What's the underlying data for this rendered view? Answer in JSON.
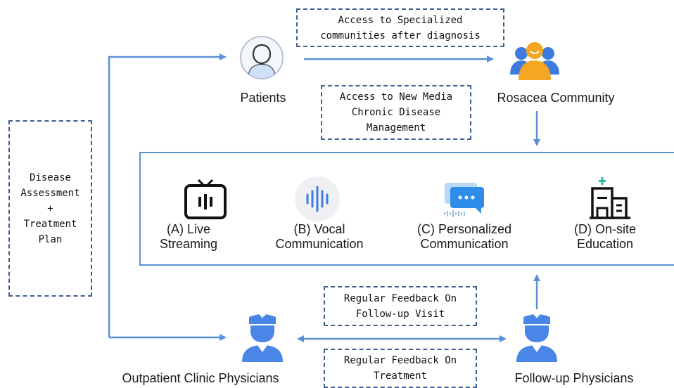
{
  "nodes": {
    "patients": "Patients",
    "community": "Rosacea Community",
    "outpatient": "Outpatient Clinic Physicians",
    "followup": "Follow-up Physicians"
  },
  "notes": {
    "specialized": "Access to Specialized\ncommunities after diagnosis",
    "new_media": "Access to New Media\nChronic Disease\nManagement",
    "assessment": "Disease\nAssessment\n+\nTreatment\nPlan",
    "feedback_visit": "Regular Feedback On\nFollow-up Visit",
    "feedback_treatment": "Regular Feedback On\nTreatment"
  },
  "methods": [
    {
      "label": "(A) Live\nStreaming",
      "icon": "tv-icon"
    },
    {
      "label": "(B) Vocal\nCommunication",
      "icon": "voice-wave-icon"
    },
    {
      "label": "(C) Personalized\nCommunication",
      "icon": "chat-icon"
    },
    {
      "label": "(D) On-site\nEducation",
      "icon": "hospital-icon"
    }
  ],
  "colors": {
    "arrow": "#5b8fd6",
    "dash_border": "#3f5f8f",
    "physician": "#4a86e8",
    "community_orange": "#f5a623",
    "community_blue": "#3d7be0"
  }
}
